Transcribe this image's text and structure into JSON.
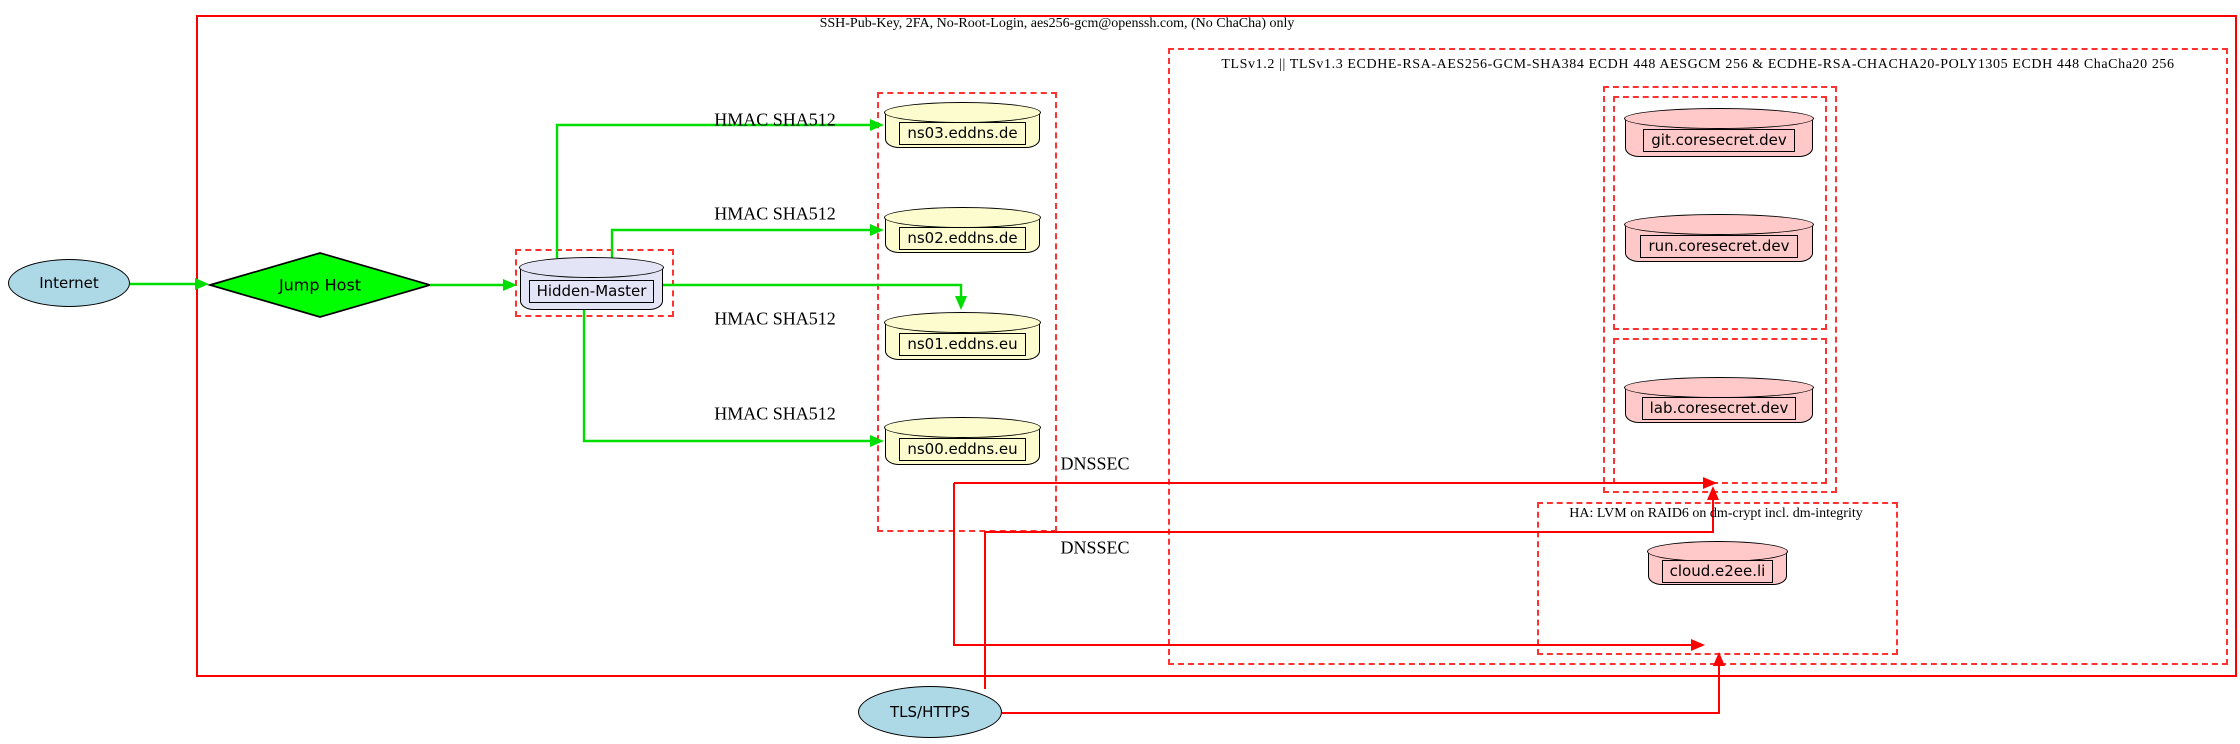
{
  "diagram": {
    "clusters": {
      "ssh_boundary_label": "SSH-Pub-Key, 2FA, No-Root-Login, aes256-gcm@openssh.com, (No ChaCha) only",
      "tls_boundary_label": "TLSv1.2 || TLSv1.3 ECDHE-RSA-AES256-GCM-SHA384 ECDH 448 AESGCM 256 & ECDHE-RSA-CHACHA20-POLY1305 ECDH 448 ChaCha20 256",
      "ha_boundary_label": "HA: LVM on RAID6 on dm-crypt incl. dm-integrity"
    },
    "nodes": {
      "internet": "Internet",
      "jump_host": "Jump Host",
      "hidden_master": "Hidden-Master",
      "ns03": "ns03.eddns.de",
      "ns02": "ns02.eddns.de",
      "ns01": "ns01.eddns.eu",
      "ns00": "ns00.eddns.eu",
      "git": "git.coresecret.dev",
      "run": "run.coresecret.dev",
      "lab": "lab.coresecret.dev",
      "cloud": "cloud.e2ee.li",
      "tls_https": "TLS/HTTPS"
    },
    "edge_labels": {
      "hmac": "HMAC SHA512",
      "dnssec": "DNSSEC"
    },
    "colors": {
      "solid_red": "#ff0000",
      "dashed_red": "#ff3232",
      "edge_green": "#00dd00",
      "diamond_green": "#00ff00",
      "node_blue": "#add8e6",
      "node_yellow": "#fcfccf",
      "node_lavender": "#e4e4f7",
      "node_pink": "#ffc9c9"
    }
  }
}
